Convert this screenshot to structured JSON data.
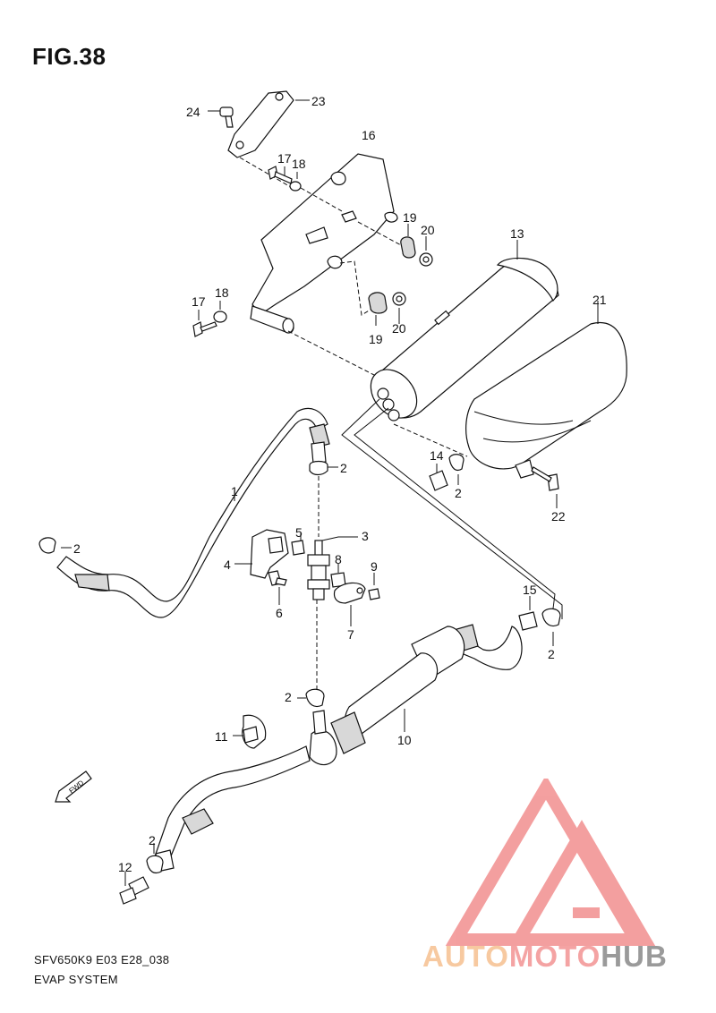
{
  "figure": {
    "title": "FIG.38"
  },
  "callouts": [
    {
      "id": "c24",
      "text": "24"
    },
    {
      "id": "c23",
      "text": "23"
    },
    {
      "id": "c16",
      "text": "16"
    },
    {
      "id": "c17a",
      "text": "17"
    },
    {
      "id": "c18a",
      "text": "18"
    },
    {
      "id": "c19a",
      "text": "19"
    },
    {
      "id": "c20a",
      "text": "20"
    },
    {
      "id": "c13",
      "text": "13"
    },
    {
      "id": "c17b",
      "text": "17"
    },
    {
      "id": "c18b",
      "text": "18"
    },
    {
      "id": "c19b",
      "text": "19"
    },
    {
      "id": "c20b",
      "text": "20"
    },
    {
      "id": "c21",
      "text": "21"
    },
    {
      "id": "c1",
      "text": "1"
    },
    {
      "id": "c2a",
      "text": "2"
    },
    {
      "id": "c14",
      "text": "14"
    },
    {
      "id": "c2b",
      "text": "2"
    },
    {
      "id": "c22",
      "text": "22"
    },
    {
      "id": "c2c",
      "text": "2"
    },
    {
      "id": "c5",
      "text": "5"
    },
    {
      "id": "c3",
      "text": "3"
    },
    {
      "id": "c4",
      "text": "4"
    },
    {
      "id": "c8",
      "text": "8"
    },
    {
      "id": "c9",
      "text": "9"
    },
    {
      "id": "c6",
      "text": "6"
    },
    {
      "id": "c7",
      "text": "7"
    },
    {
      "id": "c15",
      "text": "15"
    },
    {
      "id": "c2d",
      "text": "2"
    },
    {
      "id": "c2e",
      "text": "2"
    },
    {
      "id": "c11",
      "text": "11"
    },
    {
      "id": "c10",
      "text": "10"
    },
    {
      "id": "c2f",
      "text": "2"
    },
    {
      "id": "c12",
      "text": "12"
    }
  ],
  "fwd_label": "FWD",
  "footer": {
    "code": "SFV650K9 E03 E28_038",
    "caption": "EVAP SYSTEM"
  },
  "watermark": {
    "part1": "AUTO",
    "part2": "MOTO",
    "part3": "HUB"
  }
}
